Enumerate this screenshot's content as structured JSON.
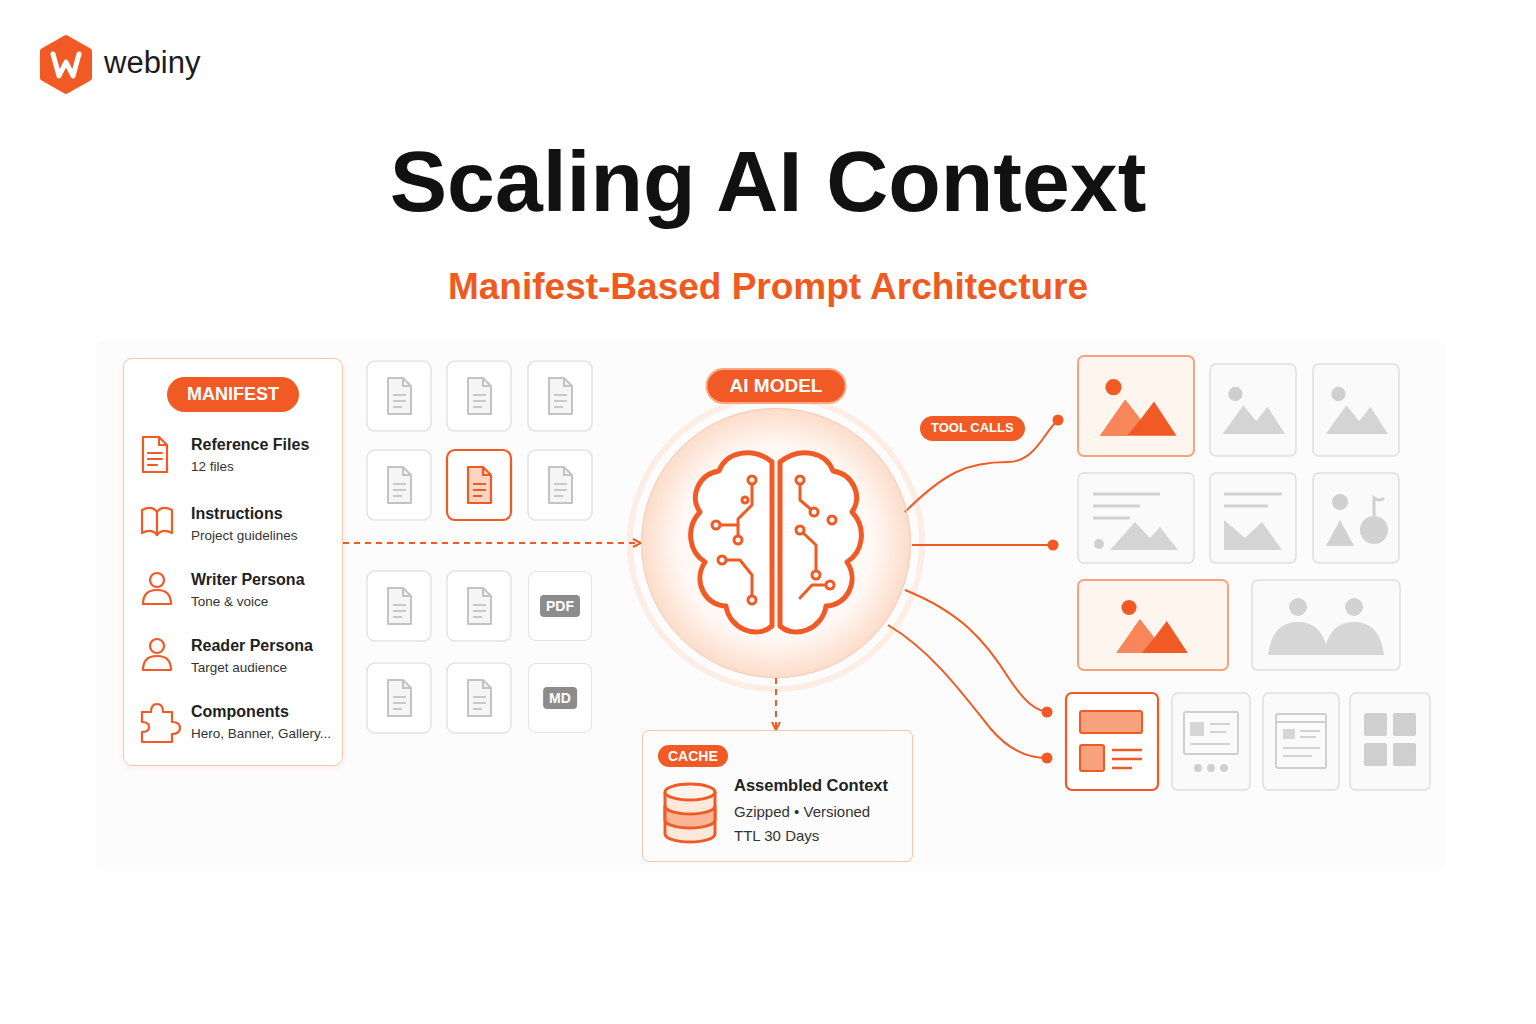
{
  "diagram": {
    "title": "Scaling AI Context",
    "nodes": [
      {
        "text": [
          "MANIFEST"
        ]
      },
      {
        "text": [
          "Reference Files",
          "12 files"
        ],
        "in": 0
      },
      {
        "text": [
          "Instructions",
          "Project guidelines"
        ],
        "in": 0
      },
      {
        "text": [
          "Writer Persona",
          "Tone & voice"
        ],
        "in": 0
      },
      {
        "text": [
          "Reader Persona",
          "Target audience"
        ],
        "in": 0
      },
      {
        "text": [
          "Components",
          "Hero, Banner, Gallery..."
        ],
        "in": 0
      },
      {
        "text": [
          "PDF"
        ]
      },
      {
        "text": [
          "MD"
        ]
      },
      {
        "text": [
          "AI MODEL"
        ]
      },
      {
        "text": [
          "CACHE",
          "Assembled Context",
          "Gzipped • Versioned",
          "TTL 30 Days"
        ]
      }
    ],
    "edges": [
      {
        "from": 0,
        "to": 8,
        "arrow": "to"
      },
      {
        "from": 8,
        "to": 9,
        "arrow": "to"
      }
    ],
    "labels": [
      "webiny",
      "Manifest-Based Prompt Architecture",
      "TOOL CALLS"
    ]
  }
}
